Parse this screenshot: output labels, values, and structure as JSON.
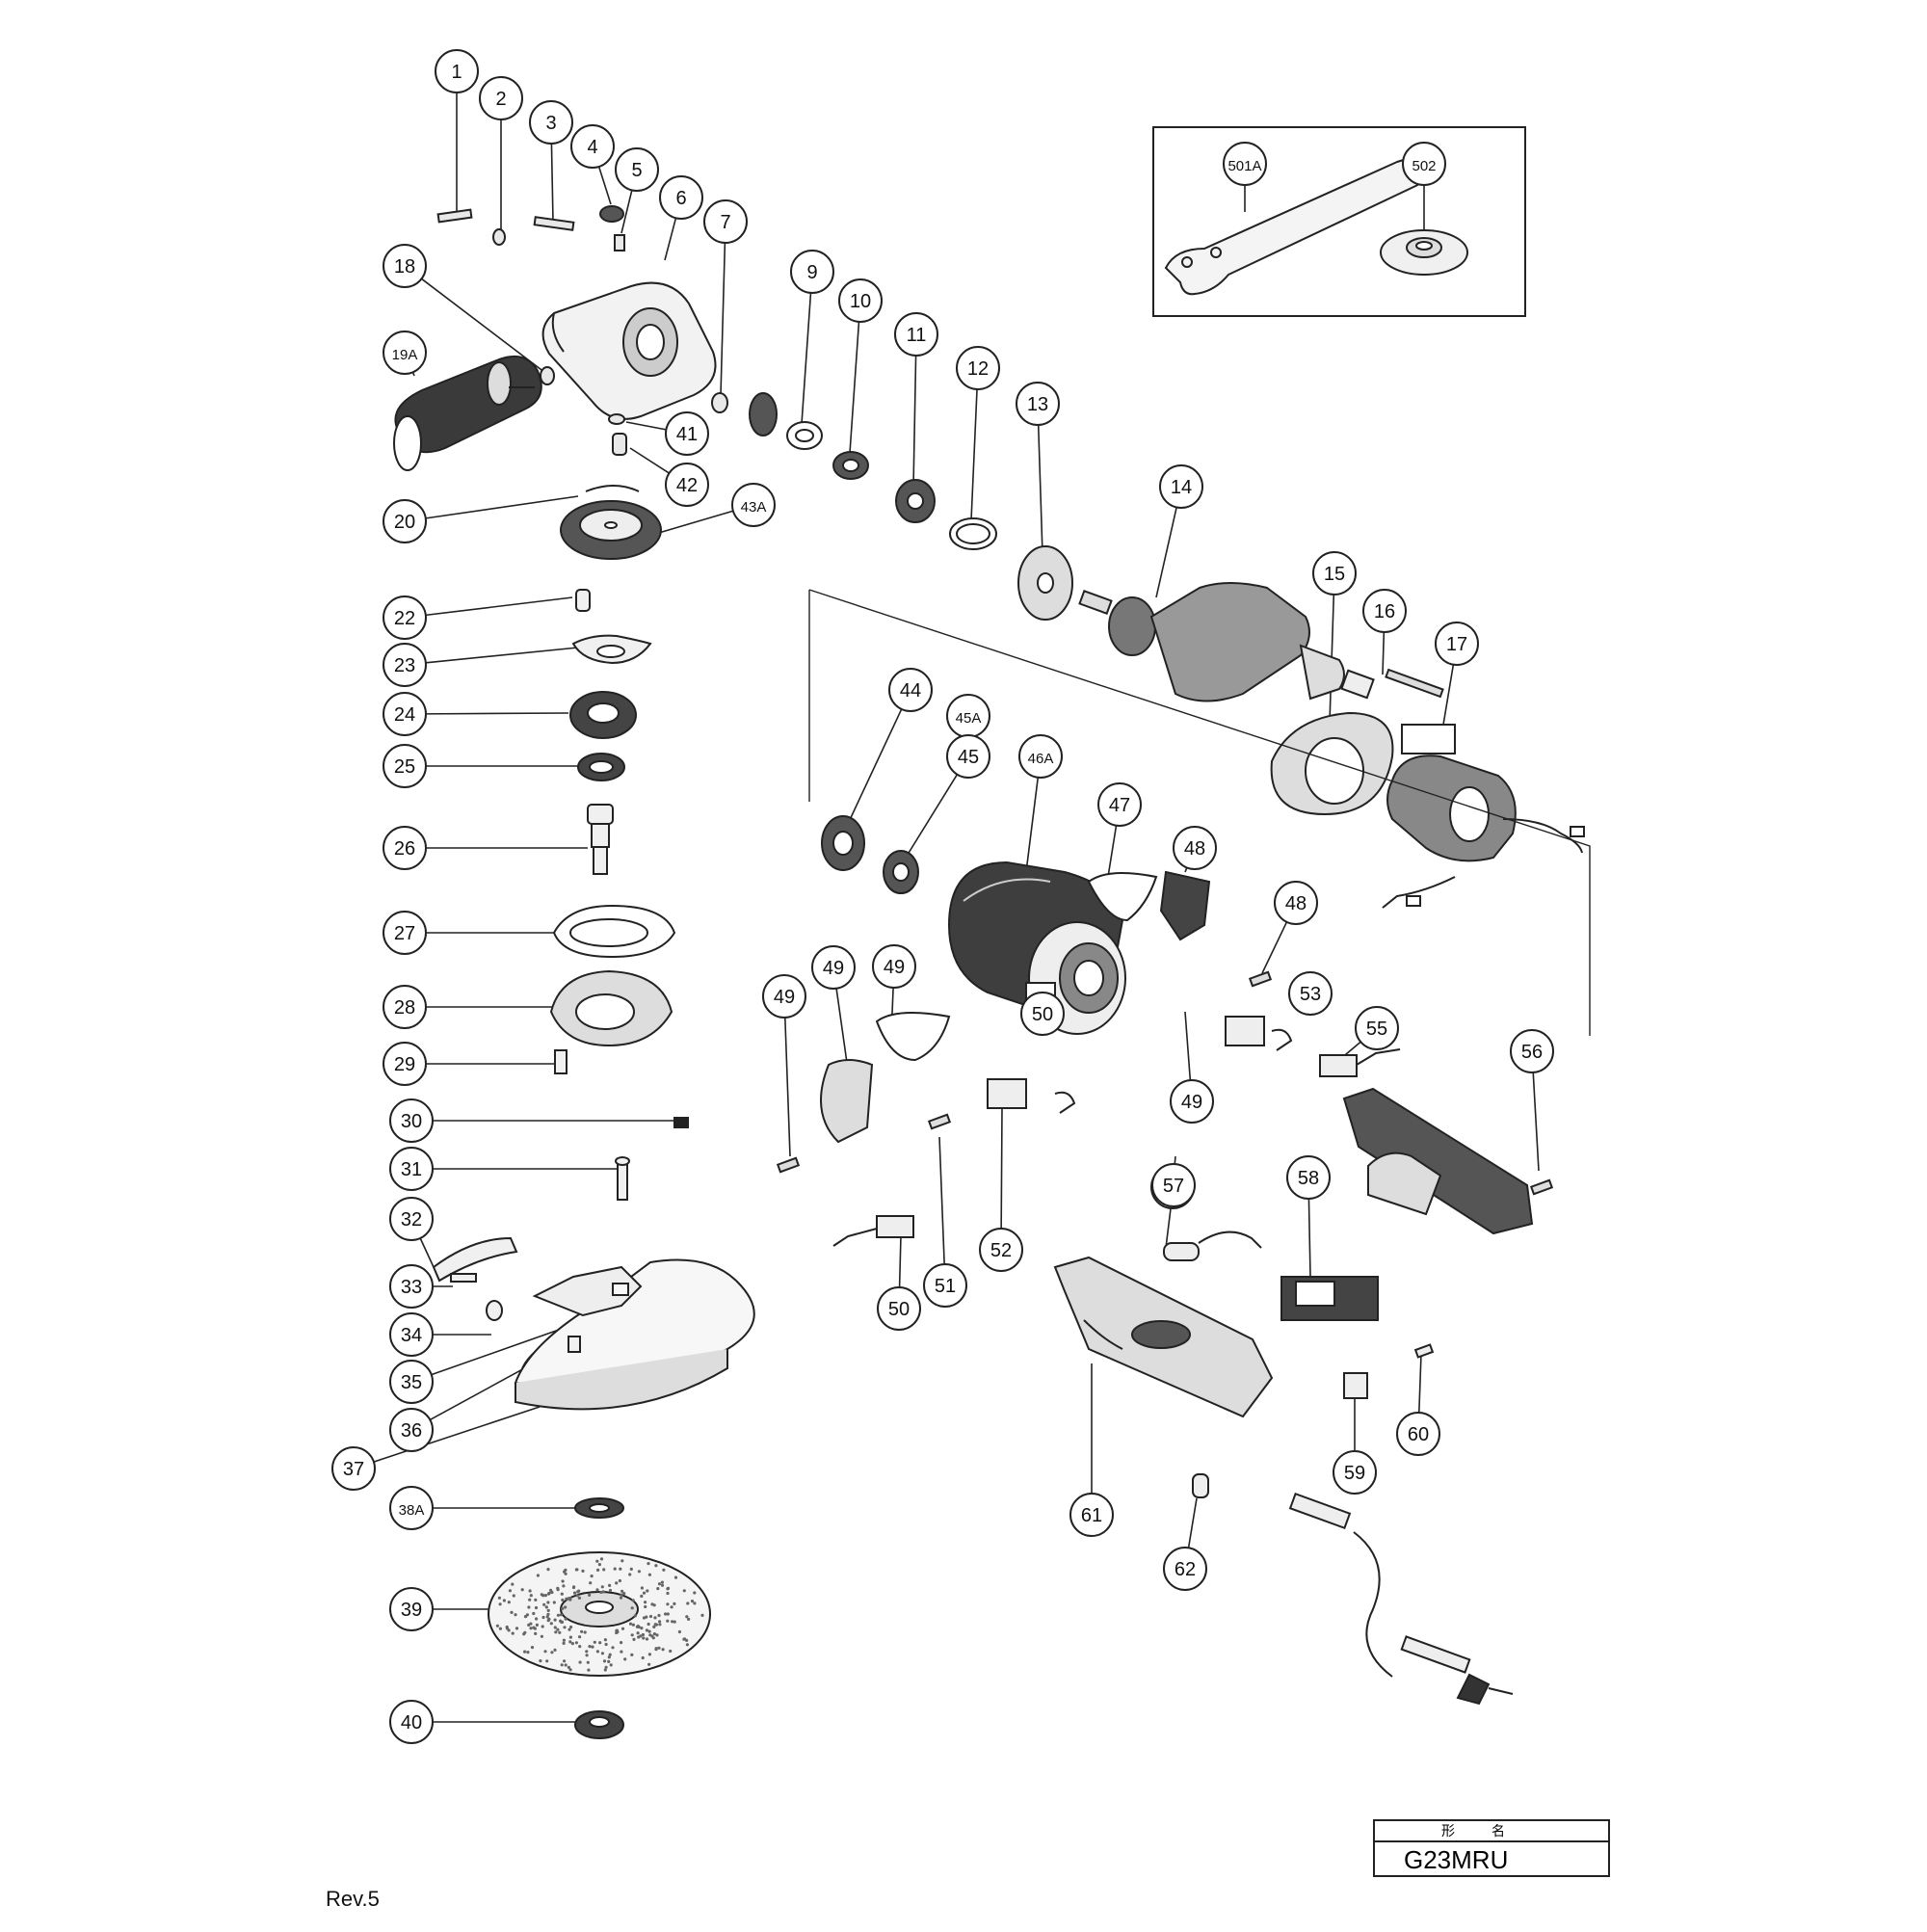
{
  "document": {
    "revision": "Rev.5",
    "title_header": "形名",
    "model": "G23MRU"
  },
  "accessory_box": {
    "labels": [
      "501A",
      "502"
    ]
  },
  "callouts": [
    "1",
    "2",
    "3",
    "4",
    "5",
    "6",
    "7",
    "9",
    "10",
    "11",
    "12",
    "13",
    "14",
    "15",
    "16",
    "17",
    "18",
    "19A",
    "20",
    "22",
    "23",
    "24",
    "25",
    "26",
    "27",
    "28",
    "29",
    "30",
    "31",
    "32",
    "33",
    "34",
    "35",
    "36",
    "37",
    "38A",
    "39",
    "40",
    "41",
    "42",
    "43A",
    "44",
    "45A",
    "45",
    "46A",
    "47",
    "48",
    "48",
    "49",
    "49",
    "49",
    "49",
    "50",
    "50",
    "51",
    "52",
    "53",
    "53",
    "55",
    "56",
    "57",
    "58",
    "59",
    "60",
    "61",
    "62"
  ]
}
